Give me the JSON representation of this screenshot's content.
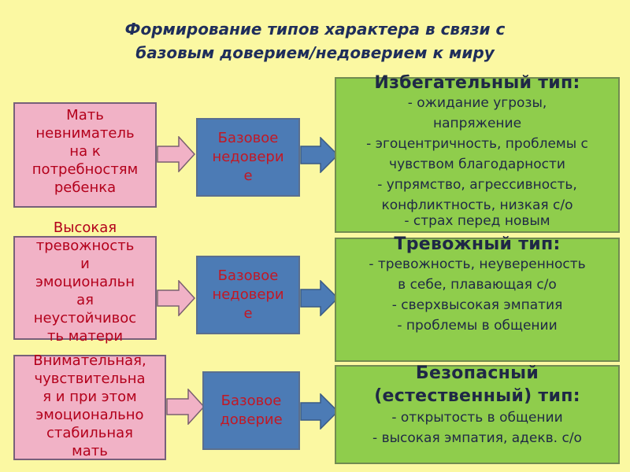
{
  "title": {
    "line1": "Формирование типов характера в связи с",
    "line2": "базовым доверием/недоверием к миру"
  },
  "rows": [
    {
      "cause_lines": [
        "Мать",
        "невниматель",
        "на к",
        "потребностям",
        "ребенка"
      ],
      "base_lines": [
        "Базовое",
        "недовери",
        "е"
      ],
      "type_title": "Избегательный тип:",
      "type_items": [
        "ожидание угрозы, напряжение",
        "эгоцентричность, проблемы с чувством благодарности",
        "упрямство, агрессивность, конфликтность, низкая с/о",
        "страх перед новым"
      ]
    },
    {
      "cause_lines": [
        "Высокая",
        "тревожность",
        "и",
        "эмоциональн",
        "ая",
        "неустойчивос",
        "ть матери"
      ],
      "base_lines": [
        "Базовое",
        "недовери",
        "е"
      ],
      "type_title": "Тревожный тип:",
      "type_items": [
        "тревожность, неуверенность в себе, плавающая с/о",
        "сверхвысокая эмпатия",
        "проблемы в общении"
      ]
    },
    {
      "cause_lines": [
        "Внимательная,",
        "чувствительна",
        "я и при этом",
        "эмоционально",
        "стабильная",
        "мать"
      ],
      "base_lines": [
        "Базовое",
        "доверие"
      ],
      "type_title": "Безопасный (естественный) тип:",
      "type_items": [
        "открытость в общении",
        "высокая эмпатия, адекв. с/о"
      ]
    }
  ],
  "colors": {
    "background": "#fbf8a2",
    "cause_box": "#f1b2c6",
    "base_box": "#4c7bb5",
    "type_box": "#8fcd4c",
    "red_text": "#b3001b",
    "arrow_fill": "#f1b2c6",
    "arrow_blue": "#4c7bb5"
  }
}
